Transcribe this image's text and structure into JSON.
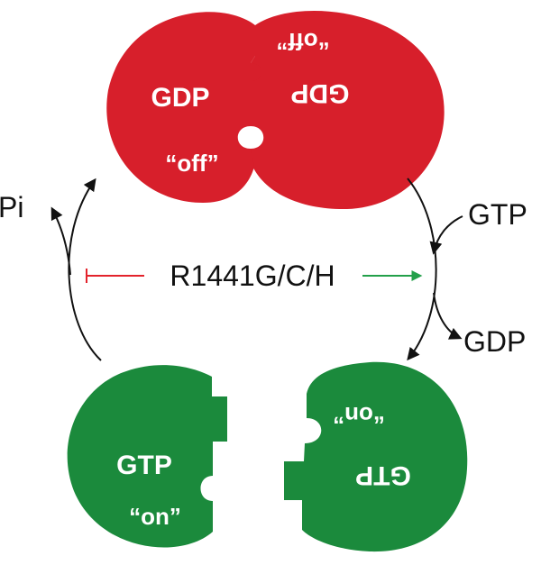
{
  "colors": {
    "inactive_red": "#d71f2b",
    "active_green": "#1b8a3c",
    "inhibit_red": "#e3232c",
    "promote_green": "#23a04a",
    "arrow_black": "#111111",
    "label_white": "#ffffff"
  },
  "dimer_off": {
    "left_monomer": {
      "nucleotide": "GDP",
      "state": "“off”"
    },
    "right_monomer": {
      "nucleotide": "GDP",
      "state": "“off”"
    }
  },
  "monomers_on": {
    "left_monomer": {
      "nucleotide": "GTP",
      "state": "“on”"
    },
    "right_monomer": {
      "nucleotide": "GTP",
      "state": "“on”"
    }
  },
  "cycle_labels": {
    "released": "Pi",
    "gtp_in": "GTP",
    "gdp_out": "GDP"
  },
  "mutation_label": "R1441G/C/H",
  "mutation_effects": {
    "on_hydrolysis": "inhibits",
    "on_exchange": "promotes"
  }
}
